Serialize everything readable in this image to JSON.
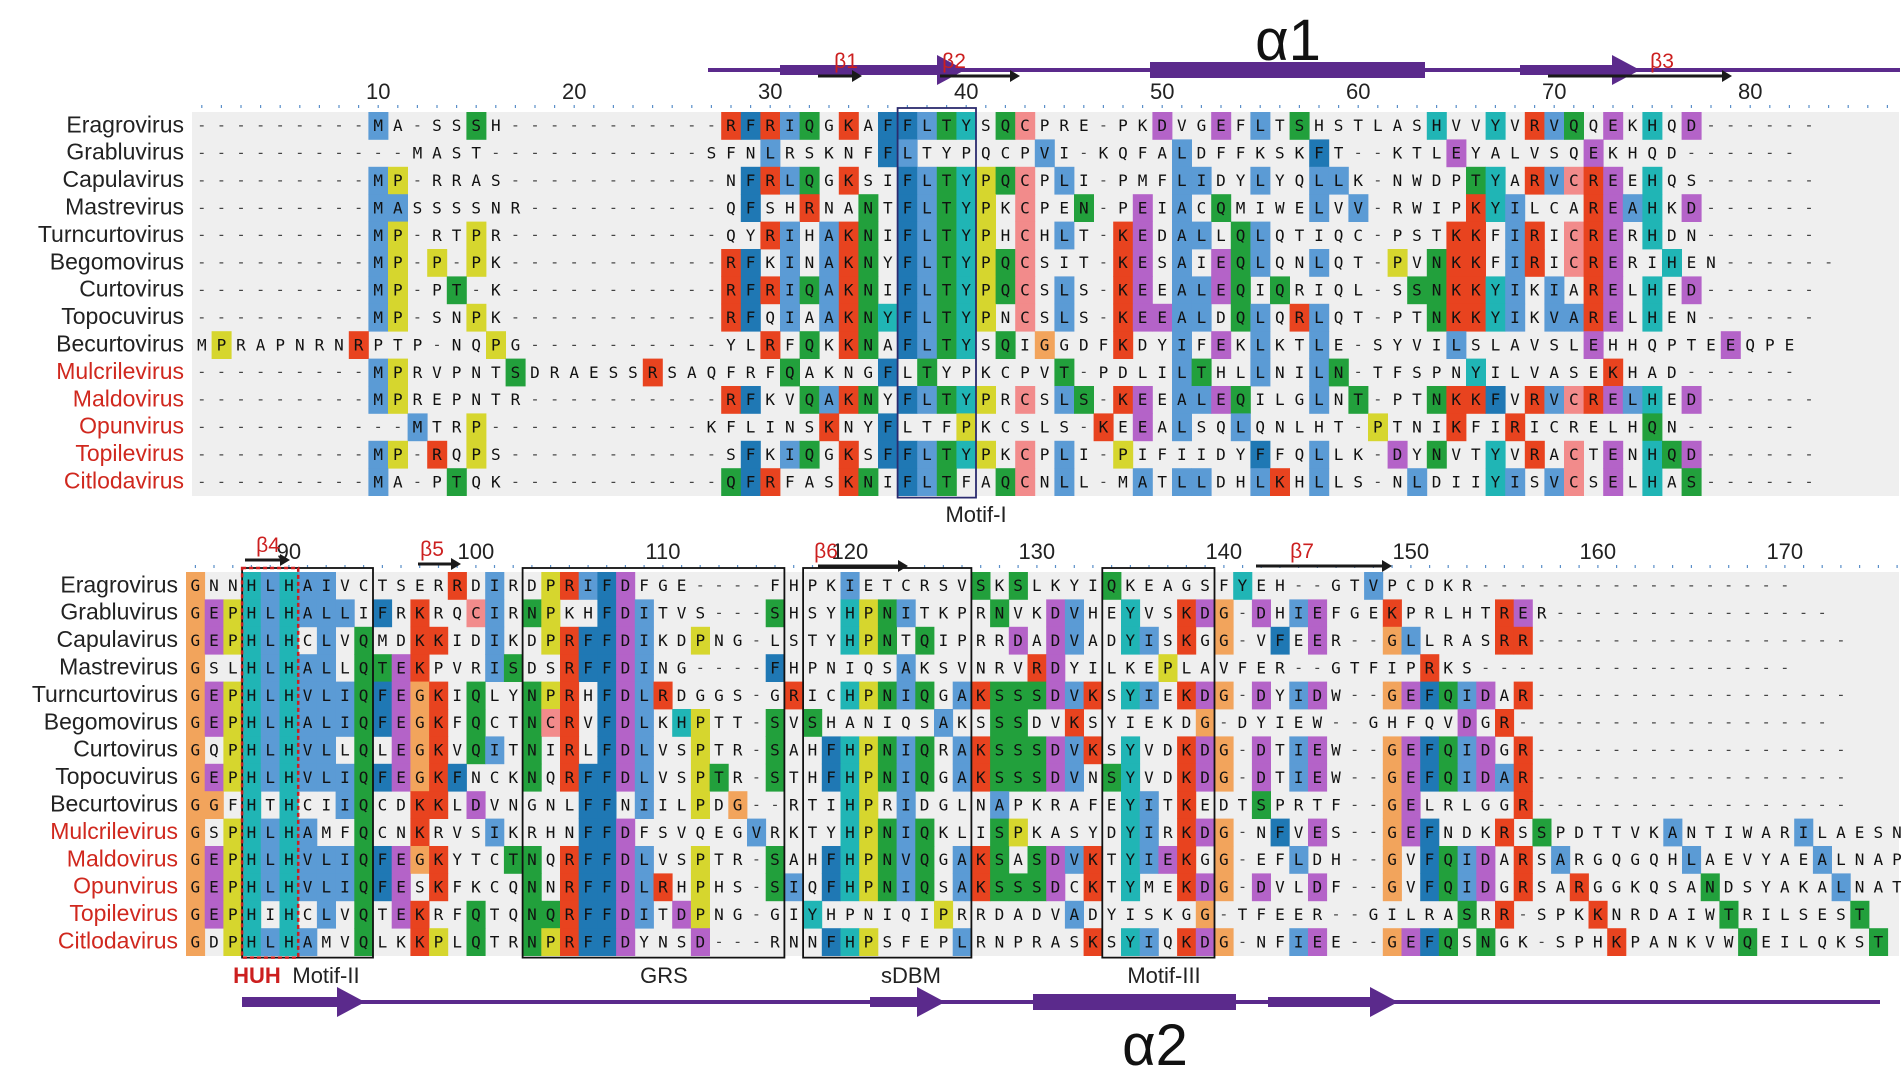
{
  "helix_labels": [
    "α1",
    "α2"
  ],
  "strand_labels": [
    "β1",
    "β2",
    "β3",
    "β4",
    "β5",
    "β6",
    "β7"
  ],
  "motif_labels": [
    "Motif-I",
    "HUH",
    "Motif-II",
    "GRS",
    "sDBM",
    "Motif-III"
  ],
  "ruler_block1": [
    "10",
    "20",
    "30",
    "40",
    "50",
    "60",
    "70",
    "80"
  ],
  "ruler_block2": [
    "90",
    "100",
    "110",
    "120",
    "130",
    "140",
    "150",
    "160",
    "170"
  ],
  "sequences": [
    {
      "name": "Eragrovirus",
      "highlight": false,
      "block1": "---------MA-SSSH-----------RFRIQGKAFFLTYSQCPRE-PKDVGEFLTSHSTLASHVVYVRVQQEKHQD------",
      "block2": "GNNHLHAIVCTSERRDIRDPRIFDFGE----FHPKIETCRSVSKSLKYIQKEAGSFYEH--GTVPCDKR-----------------"
    },
    {
      "name": "Grabluvirus",
      "highlight": false,
      "block1": "-----------MAST-----------SFNLRSKNFFLTYPQCPVI-KQFALDFFKSKFT--KTLEYALVSQEKHQD------",
      "block2": "GEPHLHALLIFRKRQCIRNPKHFDITVS---SHSYHPNITKPRNVKDVHEYVSKDG-DHIEFGEKPRLHTRER---------------"
    },
    {
      "name": "Capulavirus",
      "highlight": false,
      "block1": "---------MP-RRAS-----------NFRLQGKSIFLTYPQCPLI-PMFLIDYLYQLLK-NWDPTYARVCREEHQS------",
      "block2": "GEPHLHCLVQMDKKIDIKDPRFFDIKDPNG-LSTYHPNTQIPRRDADVADYISKGG-VFEER--GLLRASRR-----------------"
    },
    {
      "name": "Mastrevirus",
      "highlight": false,
      "block1": "---------MASSSSNR----------QFSHRNANTFLTYPKCPEN-PEIACQMIWELVV-RWIPKYILCAREAHKD------",
      "block2": "GSLHLHALLQTEKPVRISDSRFFDING----FHPNIQSAKSVNRVRDYILKEPLAVFER--GTFIPRKS-----------------"
    },
    {
      "name": "Turncurtovirus",
      "highlight": false,
      "block1": "---------MP-RTPR-----------QYRIHAKNIFLTYPHCHLT-KEDALLQLQTIQC-PSTKKFIRICRERHDN------",
      "block2": "GEPHLHVLIQFEGKIQLYNPRHFDLRDGGS-GRICHPNIQGAKSSSDVKSYIEKDG-DYIDW--GEFQIDAR-----------------"
    },
    {
      "name": "Begomovirus",
      "highlight": false,
      "block1": "---------MP-P-PK-----------RFKINAKNYFLTYPQCSIT-KESAIEQLQNLQT-PVNKKFIRICRERIHEN------",
      "block2": "GEPHLHALIQFEGKFQCTNCRVFDLKHPTT-SVSHANIQSAKSSSDVKSYIEKDG-DYIEW--GHFQVDGR-----------------"
    },
    {
      "name": "Curtovirus",
      "highlight": false,
      "block1": "---------MP-PT-K-----------RFRIQAKNIFLTYPQCSLS-KEEALEQIQRIQL-SSNKKYIKIARELHED------",
      "block2": "GQPHLHVLLQLEGKVQITNIRLFDLVSPTR-SAHFHPNIQRAKSSSDVKSYVDKDG-DTIEW--GEFQIDGR-----------------"
    },
    {
      "name": "Topocuvirus",
      "highlight": false,
      "block1": "---------MP-SNPK-----------RFQIAAKNYFLTYPNCSLS-KEEALDQLQRLQT-PTNKKYIKVARELHEN------",
      "block2": "GEPHLHVLIQFEGKFNCKNQRFFDLVSPTR-STHFHPNIQGAKSSSDVNSYVDKDG-DTIEW--GEFQIDAR-----------------"
    },
    {
      "name": "Becurtovirus",
      "highlight": false,
      "block1": "MPRAPNRNRPTP-NQPG----------YLRFQKKNAFLTYSQIGGDFKDYIFEKLKTLE-SYVILSLAVSLEHHQPTEEQPE",
      "block2": "GGFHTHCIIQCDKKLDVNGNLFFNIILPDG--RTIHPRIDGLNAPKRAFEYITKEDTSPRTF--GELRLGGR-----------------"
    },
    {
      "name": "Mulcrilevirus",
      "highlight": true,
      "block1": "---------MPRVPNTSDRAESSRSAQFRFQAKNGFLTYPKCPVT-PDLILTHLLNILN-TFSPNYILVASEKHAD------",
      "block2": "GSPHLHAMFQCNKRVSIKRHNFFDFSVQEGVRKTYHPNIQKLISPKASYDYIRKDG-NFVES--GEFNDKRSSPDTTVKANTIWARILAESN"
    },
    {
      "name": "Maldovirus",
      "highlight": true,
      "block1": "---------MPREPNTR----------RFKVQAKNYFLTYPRCSLS-KEEALEQILGLNT-PTNKKFVRVCRELHED------",
      "block2": "GEPHLHVLIQFEGKYTCTNQRFFDLVSPTR-SAHFHPNVQGAKSASDVKTYIEKGG-EFLDH--GVFQIDARSARGQGQHLAEVYAEALNAP"
    },
    {
      "name": "Opunvirus",
      "highlight": true,
      "block1": "-----------MTRP-----------KFLINSKNYFLTFPKCSLS-KEEALSQLQNLHT-PTNIKFIRICRELHQN------",
      "block2": "GEPHLHVLIQFESKFKCQNNRFFDLRHPHS-SIQFHPNIQSAKSSSDCKTYMEKDG-DVLDF--GVFQIDGRSARGGKQSANDSYAKALNAT"
    },
    {
      "name": "Topilevirus",
      "highlight": true,
      "block1": "---------MP-RQPS-----------SFKIQGKSFFLTYPKCPLI-PIFIIDYFFQLLK-DYNVTYVRACTENHQD------",
      "block2": "GEPHIHCLVQTEKRFQTQNQRFFDITDPNG-GIYHPNIQIPRRDADVADYISKGG-TFEER--GILRASRR-SPKKNRDAIWTRILSEST"
    },
    {
      "name": "Citlodavirus",
      "highlight": true,
      "block1": "---------MA-PTQK-----------QFRFASKNIFLTFAQCNLL-MATLLDHLKHLLS-NLDIIYISVCSELHAS------",
      "block2": "GDPHLHAMVQLKKPLQTRNPRFFDYNSD---RNNFHPSFEPLRNPRASKSYIQKDG-NFIEE--GEFQSNGK-SPHKPANKVWQEILQKST"
    }
  ],
  "colors": {
    "name_black": "#222222",
    "name_red": "#d0281e",
    "helix_purple": "#5b2a8c",
    "strand_arrow": "#1a1a1a",
    "strand_label": "#cc1f1f",
    "hydrophobic": "#5b9bd5",
    "aromatic": "#1f78b4",
    "basic": "#e8431f",
    "acidic": "#b463c8",
    "polar": "#22a03c",
    "glycine": "#f2a45c",
    "proline": "#d6d62e",
    "cysteine": "#f28b8b",
    "histidine": "#20b5b5"
  }
}
